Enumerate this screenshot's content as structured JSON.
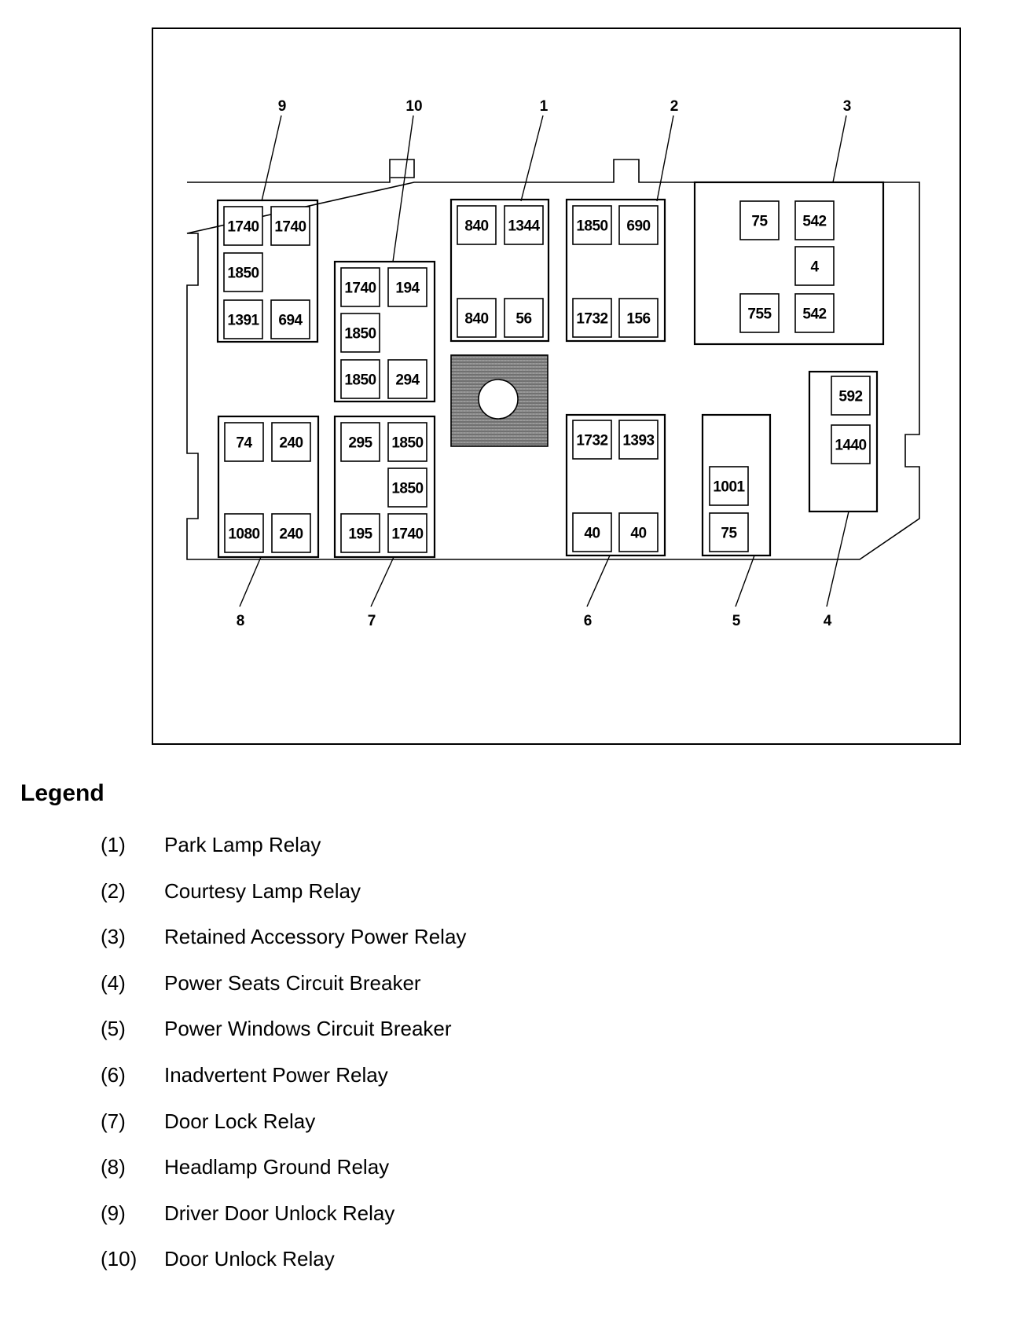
{
  "relays": [
    {
      "id": "1",
      "cells": [
        "840",
        "1344",
        "840",
        "56"
      ]
    },
    {
      "id": "2",
      "cells": [
        "1850",
        "690",
        "1732",
        "156"
      ]
    },
    {
      "id": "3",
      "cells": [
        "75",
        "542",
        "4",
        "755",
        "542"
      ]
    },
    {
      "id": "4",
      "cells": [
        "592",
        "1440"
      ]
    },
    {
      "id": "5",
      "cells": [
        "1001",
        "75"
      ]
    },
    {
      "id": "6",
      "cells": [
        "1732",
        "1393",
        "40",
        "40"
      ]
    },
    {
      "id": "7",
      "cells": [
        "295",
        "1850",
        "1850",
        "195",
        "1740"
      ]
    },
    {
      "id": "8",
      "cells": [
        "74",
        "240",
        "1080",
        "240"
      ]
    },
    {
      "id": "9",
      "cells": [
        "1740",
        "1740",
        "1850",
        "1391",
        "694"
      ]
    },
    {
      "id": "10",
      "cells": [
        "1740",
        "194",
        "1850",
        "1850",
        "294"
      ]
    }
  ],
  "legend": {
    "title": "Legend",
    "items": [
      {
        "num": "(1)",
        "label": "Park Lamp Relay"
      },
      {
        "num": "(2)",
        "label": "Courtesy Lamp Relay"
      },
      {
        "num": "(3)",
        "label": "Retained Accessory Power Relay"
      },
      {
        "num": "(4)",
        "label": "Power Seats Circuit Breaker"
      },
      {
        "num": "(5)",
        "label": "Power Windows Circuit Breaker"
      },
      {
        "num": "(6)",
        "label": "Inadvertent Power Relay"
      },
      {
        "num": "(7)",
        "label": "Door Lock Relay"
      },
      {
        "num": "(8)",
        "label": "Headlamp Ground Relay"
      },
      {
        "num": "(9)",
        "label": "Driver Door Unlock Relay"
      },
      {
        "num": "(10)",
        "label": "Door Unlock Relay"
      }
    ]
  }
}
